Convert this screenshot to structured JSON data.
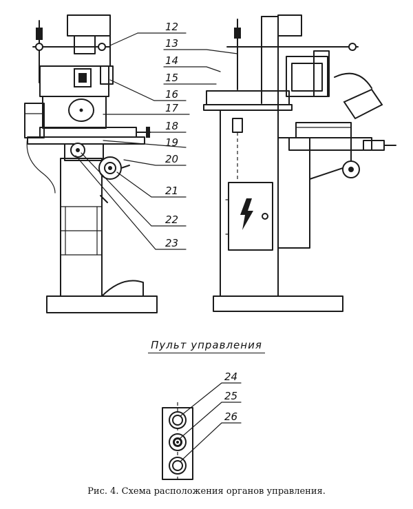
{
  "figure": {
    "callouts_machine": [
      "12",
      "13",
      "14",
      "15",
      "16",
      "17",
      "18",
      "19",
      "20",
      "21",
      "22",
      "23"
    ],
    "panel_title": "Пульт управления",
    "panel_callouts": [
      "24",
      "25",
      "26"
    ],
    "caption": "Рис. 4. Схема расположения органов управления."
  },
  "symbols": {
    "high_voltage": "lightning-bolt-icon"
  }
}
